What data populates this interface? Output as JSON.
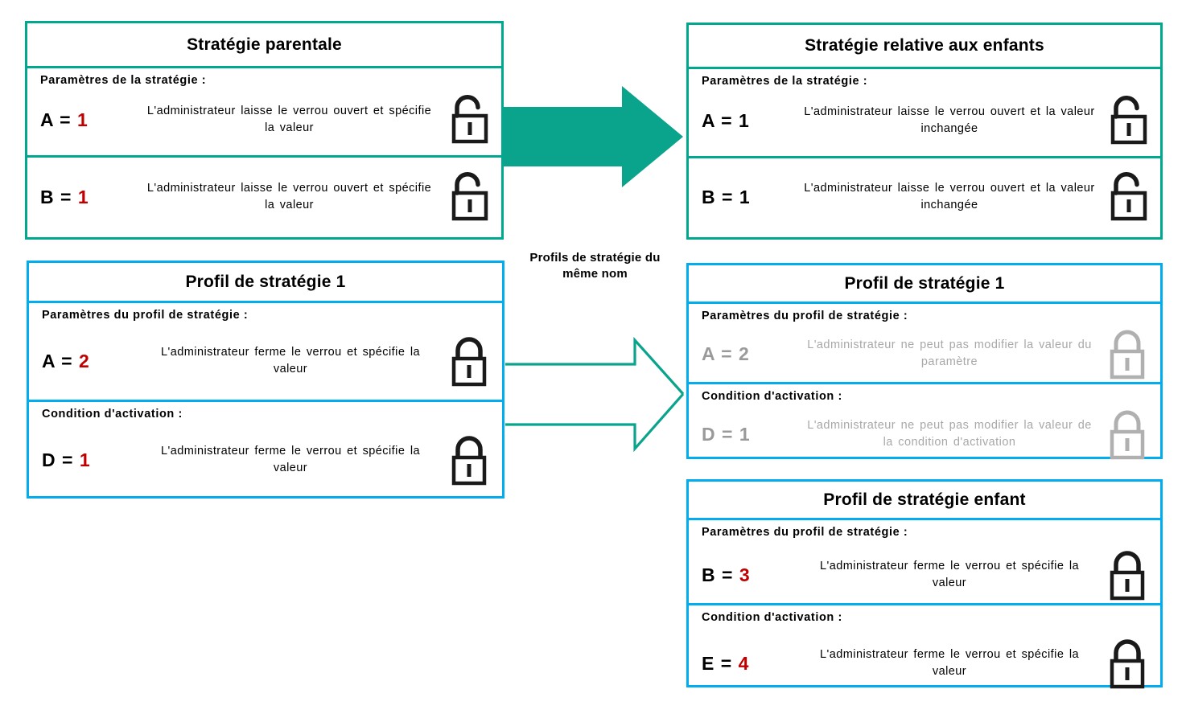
{
  "colors": {
    "teal": "#00a88e",
    "blue": "#00aeef",
    "value_red": "#c00000",
    "muted_gray": "#a8a8a8"
  },
  "center_caption": {
    "line1": "Profils de stratégie du",
    "line2": "même nom"
  },
  "cards": {
    "parent_policy": {
      "title": "Stratégie parentale",
      "sections": [
        {
          "label": "Paramètres de la stratégie :",
          "rows": [
            {
              "key_letter": "A =",
              "key_value": "1",
              "description": "L'administrateur laisse le verrou ouvert et spécifie la valeur",
              "icon": "lock-open-icon"
            }
          ]
        },
        {
          "label": "",
          "rows": [
            {
              "key_letter": "B =",
              "key_value": "1",
              "description": "L'administrateur laisse le verrou ouvert et spécifie la valeur",
              "icon": "lock-open-icon"
            }
          ]
        }
      ]
    },
    "child_policy": {
      "title": "Stratégie relative aux enfants",
      "sections": [
        {
          "label": "Paramètres de la stratégie :",
          "rows": [
            {
              "key_letter": "A =",
              "key_value": "1",
              "description": "L'administrateur laisse le verrou ouvert et la valeur inchangée",
              "icon": "lock-open-icon"
            }
          ]
        },
        {
          "label": "",
          "rows": [
            {
              "key_letter": "B =",
              "key_value": "1",
              "description": "L'administrateur laisse le verrou ouvert et la valeur inchangée",
              "icon": "lock-open-icon"
            }
          ]
        }
      ]
    },
    "profile_left": {
      "title": "Profil de stratégie 1",
      "sections": [
        {
          "label": "Paramètres du profil de stratégie :",
          "rows": [
            {
              "key_letter": "A =",
              "key_value": "2",
              "description": "L'administrateur ferme le verrou et spécifie la valeur",
              "icon": "lock-closed-icon"
            }
          ]
        },
        {
          "label": "Condition d'activation :",
          "rows": [
            {
              "key_letter": "D =",
              "key_value": "1",
              "description": "L'administrateur ferme le verrou et spécifie la valeur",
              "icon": "lock-closed-icon"
            }
          ]
        }
      ]
    },
    "profile_right": {
      "title": "Profil de stratégie 1",
      "sections": [
        {
          "label": "Paramètres du profil de stratégie :",
          "rows": [
            {
              "key_letter": "A =",
              "key_value": "2",
              "description": "L'administrateur ne peut pas modifier la valeur du paramètre",
              "icon": "lock-closed-gray-icon"
            }
          ]
        },
        {
          "label": "Condition d'activation :",
          "rows": [
            {
              "key_letter": "D =",
              "key_value": "1",
              "description": "L'administrateur ne peut pas modifier la valeur de la condition d'activation",
              "icon": "lock-closed-gray-icon"
            }
          ]
        }
      ]
    },
    "profile_child": {
      "title": "Profil de stratégie enfant",
      "sections": [
        {
          "label": "Paramètres du profil de stratégie :",
          "rows": [
            {
              "key_letter": "B =",
              "key_value": "3",
              "description": "L'administrateur ferme le verrou et spécifie la valeur",
              "icon": "lock-closed-icon"
            }
          ]
        },
        {
          "label": "Condition d'activation :",
          "rows": [
            {
              "key_letter": "E =",
              "key_value": "4",
              "description": "L'administrateur ferme le verrou et spécifie la valeur",
              "icon": "lock-closed-icon"
            }
          ]
        }
      ]
    }
  }
}
